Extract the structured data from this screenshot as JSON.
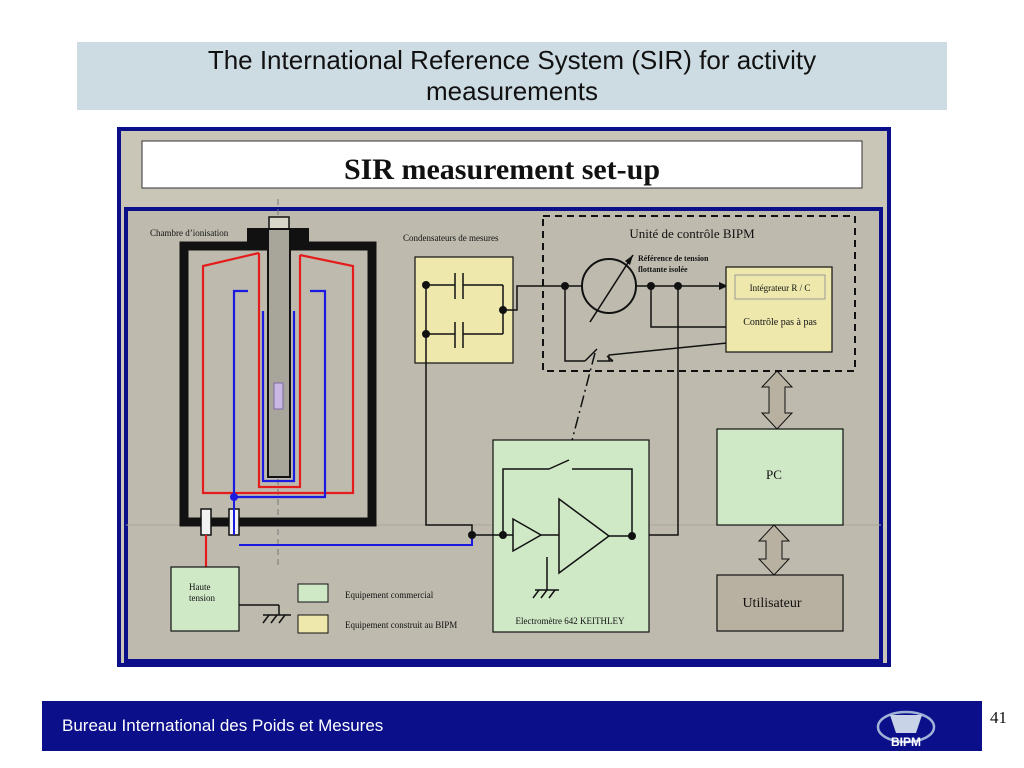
{
  "slide": {
    "title": "The International Reference System (SIR) for activity measurements",
    "page_number": "41"
  },
  "diagram": {
    "heading": "SIR measurement set-up",
    "labels": {
      "ionization_chamber": "Chambre d’ionisation",
      "capacitors": "Condensateurs de mesures",
      "control_unit": "Unité de contrôle BIPM",
      "voltage_ref_line1": "Référence de tension",
      "voltage_ref_line2": "flottante isolée",
      "integrator": "Intégrateur R / C",
      "step_control": "Contrôle pas à pas",
      "pc": "PC",
      "electrometer": "Electromètre 642 KEITHLEY",
      "high_voltage_line1": "Haute",
      "high_voltage_line2": "tension",
      "user": "Utilisateur"
    },
    "legend": [
      {
        "label": "Equipement commercial",
        "color": "#cfe8c6"
      },
      {
        "label": "Equipement construit au BIPM",
        "color": "#eee8ac"
      }
    ],
    "colors": {
      "frame": "#0b0f8a",
      "background": "#c9c6b8",
      "commercial": "#cfe8c6",
      "bipm_built": "#eee8ac",
      "hv_wire": "#e41c1c",
      "signal_wire": "#1a1ae0",
      "user_box": "#b8b0a0"
    }
  },
  "footer": {
    "org_name": "Bureau International des Poids et Mesures",
    "logo_text": "BIPM"
  }
}
